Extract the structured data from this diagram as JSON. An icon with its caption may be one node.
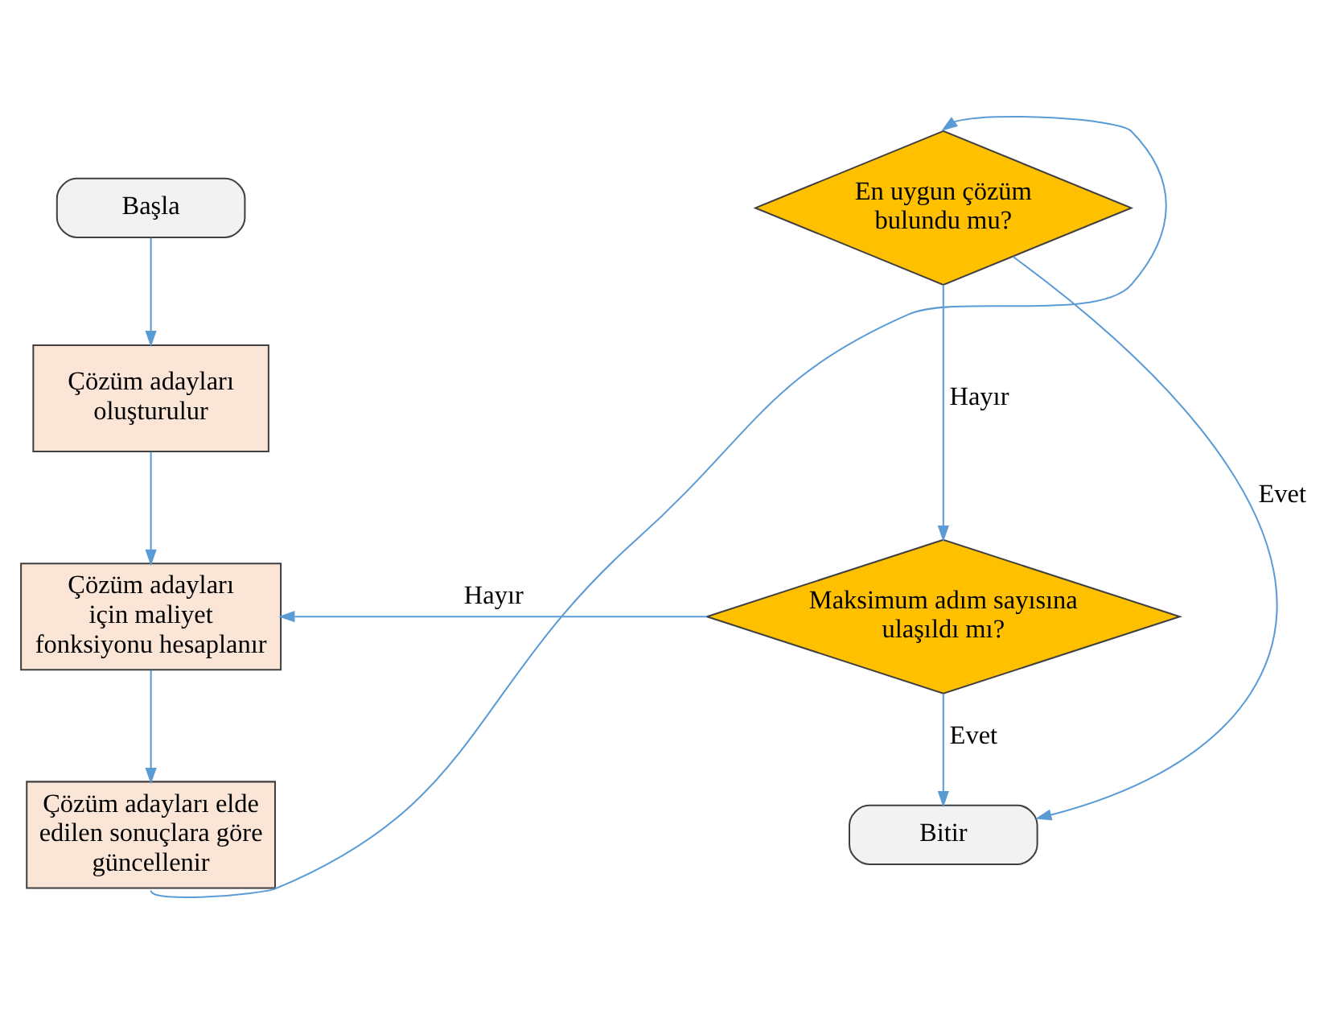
{
  "diagram": {
    "nodes": [
      {
        "text": [
          "Başla"
        ]
      },
      {
        "text": [
          "Çözüm adayları oluşturulur"
        ]
      },
      {
        "text": [
          "Çözüm adayları için maliyet fonksiyonu hesaplanır"
        ]
      },
      {
        "text": [
          "Çözüm adayları elde edilen sonuçlara göre güncellenir"
        ]
      },
      {
        "text": [
          "En uygun çözüm bulundu mu?"
        ]
      },
      {
        "text": [
          "Maksimum adım sayısına ulaşıldı mı?"
        ]
      },
      {
        "text": [
          "Bitir"
        ]
      }
    ],
    "edges": [
      {
        "from": 0,
        "to": 1,
        "arrow": "to"
      },
      {
        "from": 1,
        "to": 2,
        "arrow": "to"
      },
      {
        "from": 2,
        "to": 3,
        "arrow": "to"
      },
      {
        "from": 3,
        "to": 4,
        "arrow": "to"
      },
      {
        "from": 4,
        "to": 5,
        "arrow": "to",
        "label": "Hayır"
      },
      {
        "from": 5,
        "to": 2,
        "arrow": "to",
        "label": "Hayır"
      },
      {
        "from": 5,
        "to": 6,
        "arrow": "to",
        "label": "Evet"
      },
      {
        "from": 4,
        "to": 6,
        "arrow": "to",
        "label": "Evet"
      }
    ]
  }
}
